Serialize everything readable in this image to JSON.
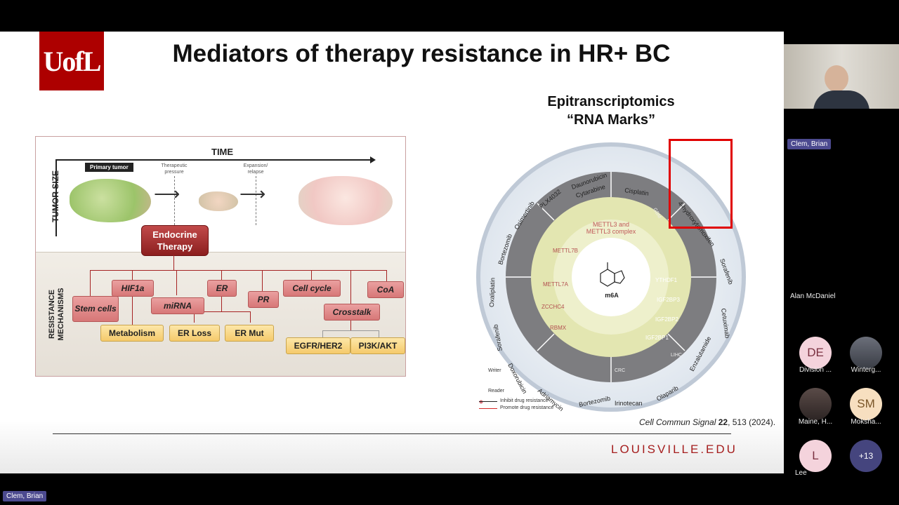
{
  "slide": {
    "logo_text": "UofL",
    "title": "Mediators of therapy resistance in HR+ BC",
    "footer_url": "LOUISVILLE.EDU",
    "citation": {
      "journal": "Cell Commun Signal",
      "volume": "22",
      "rest": ", 513 (2024)."
    }
  },
  "left_figure": {
    "time_label": "TIME",
    "tumor_size_label": "TUMOR SIZE",
    "primary_tumor": "Primary tumor",
    "therapeutic_pressure": "Therapeutic\npressure",
    "expansion_relapse": "Expansion/\nrelapse",
    "endocrine_therapy": "Endocrine Therapy",
    "resistance_label": "RESISTANCE MECHANISMS",
    "mechanisms": {
      "stem_cells": "Stem cells",
      "hif1a": "HIF1a",
      "mirna": "miRNA",
      "er": "ER",
      "pr": "PR",
      "cell_cycle": "Cell cycle",
      "coa": "CoA",
      "crosstalk": "Crosstalk",
      "metabolism": "Metabolism",
      "er_loss": "ER Loss",
      "er_mut": "ER Mut",
      "egfr_her2": "EGFR/HER2",
      "pi3k_akt": "PI3K/AKT"
    }
  },
  "right_figure": {
    "title_line1": "Epitranscriptomics",
    "title_line2": "“RNA Marks”",
    "center_label": "m6A",
    "complex_label": "METTL3 and\nMETTL3 complex",
    "legend": [
      "Writer",
      "Reader",
      "Inhibit drug resistance",
      "Promote drug resistance"
    ],
    "colors": {
      "writer": "#d9707a",
      "reader": "#c8b96a",
      "inhibit": "#222222",
      "promote": "#d62828"
    }
  },
  "participants": {
    "speaker": "Clem, Brian",
    "alan": "Alan McDaniel",
    "tiles": [
      {
        "initials": "DE",
        "name": "Division ..."
      },
      {
        "initials": "",
        "name": "Winterg..."
      },
      {
        "initials": "",
        "name": "Maine, H..."
      },
      {
        "initials": "SM",
        "name": "Moksha..."
      },
      {
        "initials": "L",
        "name": "Lee"
      },
      {
        "initials": "+13",
        "name": ""
      }
    ]
  },
  "bottom_bar": {
    "speaker": "Clem, Brian"
  }
}
